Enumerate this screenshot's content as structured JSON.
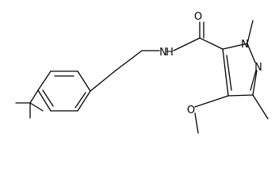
{
  "molecule": {
    "atoms": {
      "carbonyl_oxygen": "O",
      "amide_nitrogen": "N",
      "amide_hydrogen": "H",
      "ring_nitrogen_1": "N",
      "ring_nitrogen_2": "N",
      "methoxy_oxygen": "O"
    },
    "colors": {
      "bond": "#000000",
      "label": "#000000",
      "background": "#ffffff"
    }
  }
}
